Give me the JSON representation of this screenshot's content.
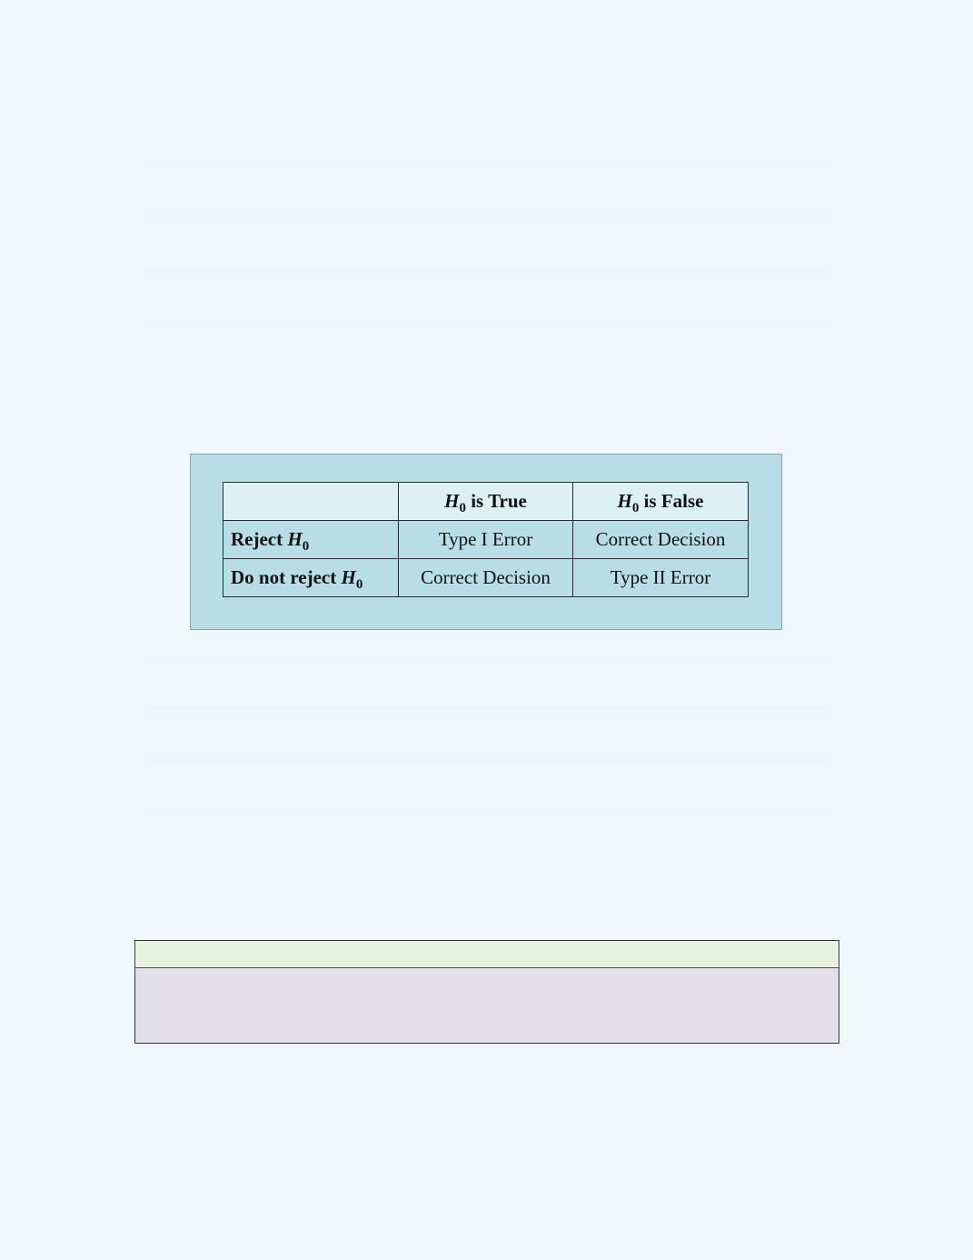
{
  "page": {
    "background": "#f0f7fd"
  },
  "decision_table": {
    "panel_color": "#b8dde7",
    "header_color": "#dcf0f5",
    "columns": [
      {
        "label": "",
        "math": ""
      },
      {
        "math": "H",
        "sub": "0",
        "label": " is True"
      },
      {
        "math": "H",
        "sub": "0",
        "label": " is False"
      }
    ],
    "rows": [
      {
        "label": "Reject ",
        "math": "H",
        "sub": "0",
        "cells": [
          "Type I Error",
          "Correct  Decision"
        ]
      },
      {
        "label": "Do not reject ",
        "math": "H",
        "sub": "0",
        "cells": [
          "Correct Decision",
          "Type II Error"
        ]
      }
    ]
  },
  "callout_box": {
    "header_color": "#e8f1df",
    "body_color": "#e4dfec",
    "header_text": "",
    "body_text": ""
  }
}
